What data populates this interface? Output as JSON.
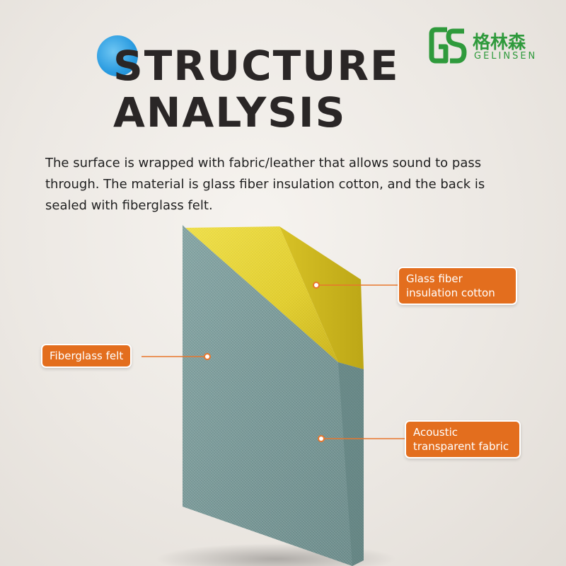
{
  "title": {
    "line1": "STRUCTURE",
    "line2": "ANALYSIS"
  },
  "logo": {
    "chinese": "格林森",
    "english": "GELINSEN",
    "mark_color": "#2f9a3c"
  },
  "description": "The surface is wrapped with fabric/leather that allows sound to pass through. The material is glass fiber insulation cotton, and the back is sealed with fiberglass felt.",
  "labels": {
    "glass_fiber": "Glass fiber insulation cotton",
    "fiberglass_felt": "Fiberglass felt",
    "acoustic_fabric": "Acoustic transparent fabric"
  },
  "colors": {
    "accent": "#e36e1e",
    "fabric": "#7a9c9c",
    "glass_fiber": "#e6d23a",
    "title": "#2a2626"
  }
}
